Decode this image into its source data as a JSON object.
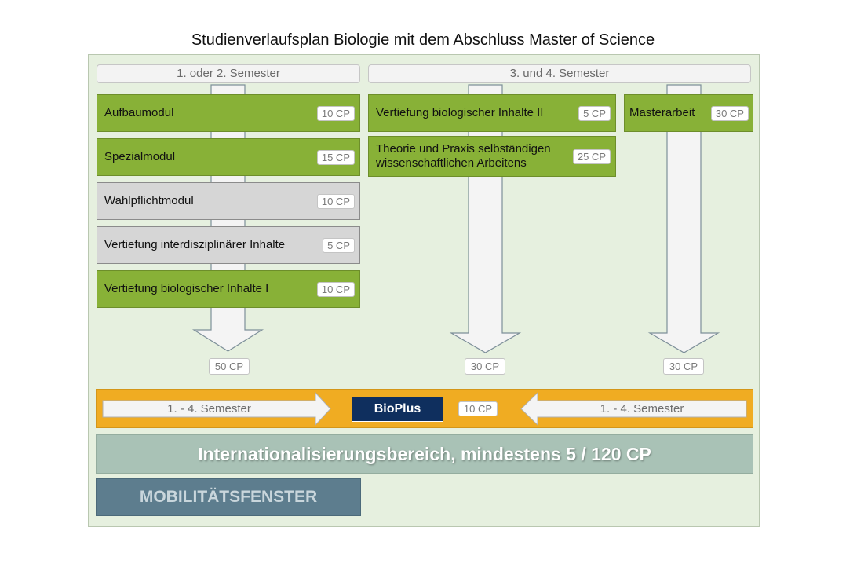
{
  "title": "Studienverlaufsplan Biologie mit dem Abschluss Master of Science",
  "headers": {
    "left": "1. oder 2. Semester",
    "right": "3. und 4. Semester"
  },
  "modules": [
    {
      "label": "Aufbaumodul",
      "cp": "10 CP"
    },
    {
      "label": "Spezialmodul",
      "cp": "15 CP"
    },
    {
      "label": "Wahlpflichtmodul",
      "cp": "10 CP"
    },
    {
      "label": "Vertiefung interdisziplinärer Inhalte",
      "cp": "5 CP"
    },
    {
      "label": "Vertiefung biologischer Inhalte I",
      "cp": "10 CP"
    },
    {
      "label": "Vertiefung biologischer Inhalte II",
      "cp": "5 CP"
    },
    {
      "label": "Theorie und Praxis selbständigen wissenschaftlichen Arbeitens",
      "cp": "25 CP"
    },
    {
      "label": "Masterarbeit",
      "cp": "30 CP"
    }
  ],
  "totals": {
    "col1": "50 CP",
    "col2": "30 CP",
    "col3": "30 CP"
  },
  "bioplus": {
    "left_label": "1. - 4. Semester",
    "name": "BioPlus",
    "cp": "10 CP",
    "right_label": "1. - 4. Semester"
  },
  "internationalization": "Internationalisierungsbereich, mindestens 5 / 120 CP",
  "mobility": "MOBILITÄTSFENSTER",
  "colors": {
    "module_green": "#88b137",
    "module_grey": "#d6d6d6",
    "bioplus_band": "#f0ac22",
    "bioplus_box": "#0f2f5e",
    "internationalization_band": "#a9c2b6",
    "mobility_box": "#5d7d8e",
    "panel_background": "#e6f0df"
  }
}
